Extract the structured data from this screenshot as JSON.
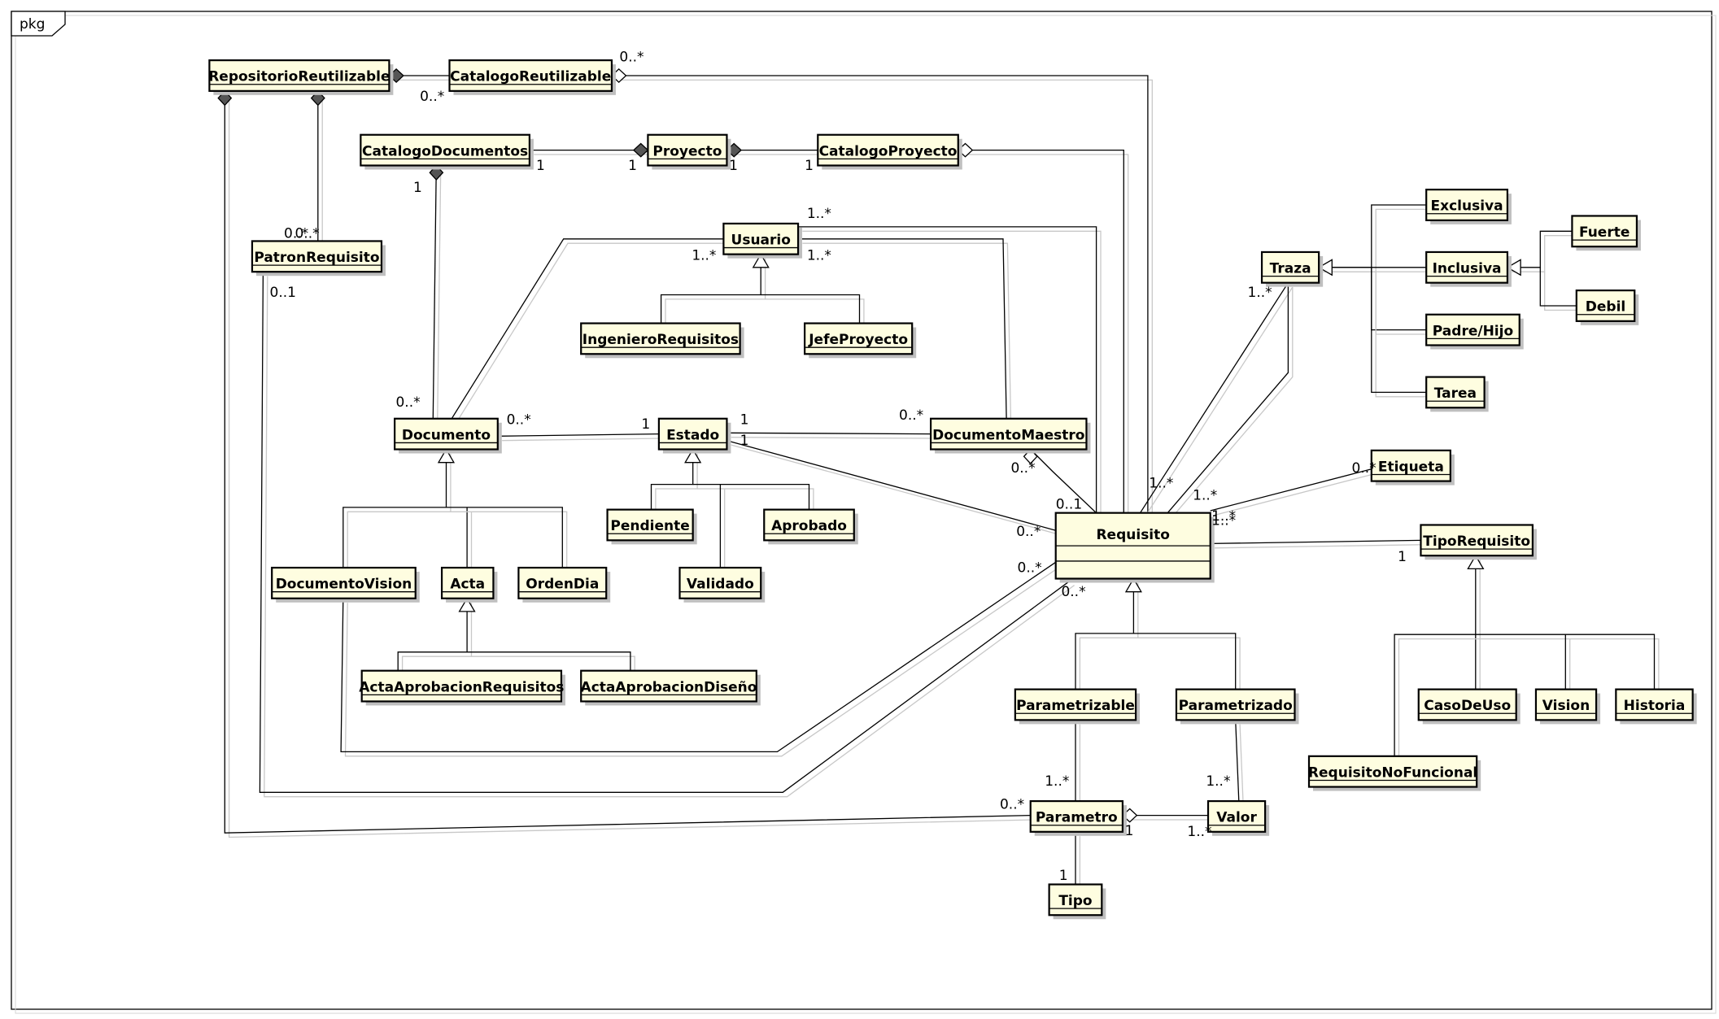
{
  "frame": {
    "label": "pkg"
  },
  "classes": [
    {
      "id": "repositorio",
      "name": "RepositorioReutilizable"
    },
    {
      "id": "catalogoReut",
      "name": "CatalogoReutilizable"
    },
    {
      "id": "catalogoDoc",
      "name": "CatalogoDocumentos"
    },
    {
      "id": "proyecto",
      "name": "Proyecto"
    },
    {
      "id": "catalogoProy",
      "name": "CatalogoProyecto"
    },
    {
      "id": "patron",
      "name": "PatronRequisito"
    },
    {
      "id": "usuario",
      "name": "Usuario"
    },
    {
      "id": "ingeniero",
      "name": "IngenieroRequisitos"
    },
    {
      "id": "jefe",
      "name": "JefeProyecto"
    },
    {
      "id": "documento",
      "name": "Documento"
    },
    {
      "id": "estado",
      "name": "Estado"
    },
    {
      "id": "docMaestro",
      "name": "DocumentoMaestro"
    },
    {
      "id": "pendiente",
      "name": "Pendiente"
    },
    {
      "id": "aprobado",
      "name": "Aprobado"
    },
    {
      "id": "validado",
      "name": "Validado"
    },
    {
      "id": "docVision",
      "name": "DocumentoVision"
    },
    {
      "id": "acta",
      "name": "Acta"
    },
    {
      "id": "ordenDia",
      "name": "OrdenDia"
    },
    {
      "id": "actaReq",
      "name": "ActaAprobacionRequisitos"
    },
    {
      "id": "actaDis",
      "name": "ActaAprobacionDiseño"
    },
    {
      "id": "requisito",
      "name": "Requisito"
    },
    {
      "id": "traza",
      "name": "Traza"
    },
    {
      "id": "exclusiva",
      "name": "Exclusiva"
    },
    {
      "id": "inclusiva",
      "name": "Inclusiva"
    },
    {
      "id": "padreHijo",
      "name": "Padre/Hijo"
    },
    {
      "id": "tarea",
      "name": "Tarea"
    },
    {
      "id": "fuerte",
      "name": "Fuerte"
    },
    {
      "id": "debil",
      "name": "Debil"
    },
    {
      "id": "etiqueta",
      "name": "Etiqueta"
    },
    {
      "id": "tipoRequisito",
      "name": "TipoRequisito"
    },
    {
      "id": "casoDeUso",
      "name": "CasoDeUso"
    },
    {
      "id": "vision",
      "name": "Vision"
    },
    {
      "id": "historia",
      "name": "Historia"
    },
    {
      "id": "reqNoFunc",
      "name": "RequisitoNoFuncional"
    },
    {
      "id": "parametrizable",
      "name": "Parametrizable"
    },
    {
      "id": "parametrizado",
      "name": "Parametrizado"
    },
    {
      "id": "parametro",
      "name": "Parametro"
    },
    {
      "id": "valor",
      "name": "Valor"
    },
    {
      "id": "tipo",
      "name": "Tipo"
    }
  ],
  "multiplicities": [
    "0..*",
    "0..*",
    "0..*",
    "1",
    "1",
    "1",
    "1",
    "1",
    "0..*",
    "0..1",
    "1..*",
    "1..*",
    "1..*",
    "0..*",
    "0..*",
    "1",
    "1",
    "1",
    "0..*",
    "0..*",
    "0..1",
    "0..*",
    "0..*",
    "1..*",
    "1..*",
    "1..*",
    "0..*",
    "1..*",
    "1",
    "1..*",
    "0..*",
    "1..*",
    "1..*",
    "1",
    "1..*",
    "0..*",
    "1"
  ]
}
